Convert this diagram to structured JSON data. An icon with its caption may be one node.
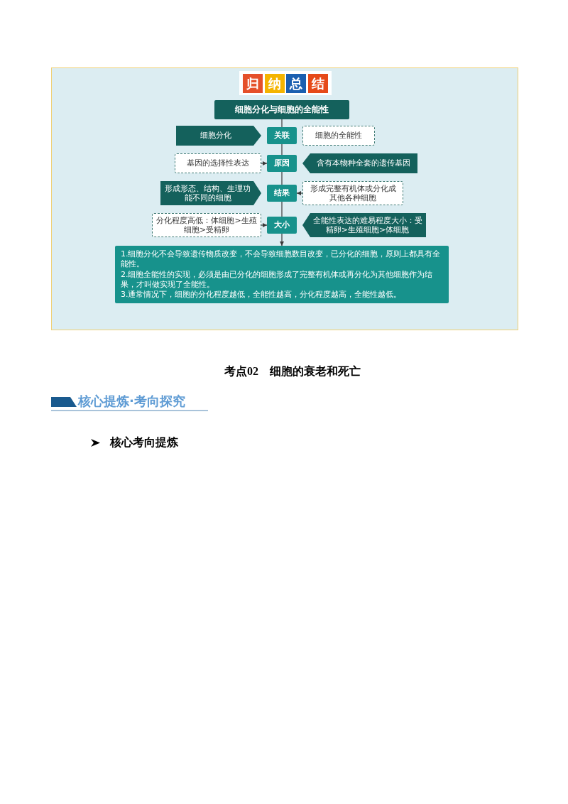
{
  "diagram": {
    "nodes": [
      {
        "text": [
          "细胞分化与细胞的全能性"
        ]
      },
      {
        "text": [
          "细胞分化"
        ]
      },
      {
        "text": [
          "关联"
        ]
      },
      {
        "text": [
          "细胞的全能性"
        ]
      },
      {
        "text": [
          "基因的选择性表达"
        ]
      },
      {
        "text": [
          "原因"
        ]
      },
      {
        "text": [
          "含有本物种全套的遗传基因"
        ]
      },
      {
        "text": [
          "形成形态、结构、生理功能不同的细胞"
        ]
      },
      {
        "text": [
          "结果"
        ]
      },
      {
        "text": [
          "形成完整有机体或分化成其他各种细胞"
        ]
      },
      {
        "text": [
          "分化程度高低：体细胞>生殖细胞>受精卵"
        ]
      },
      {
        "text": [
          "大小"
        ]
      },
      {
        "text": [
          "全能性表达的难易程度大小：受精卵>生殖细胞>体细胞"
        ]
      },
      {
        "text": [
          "1.细胞分化不会导致遗传物质改变，不会导致细胞数目改变，已分化的细胞，原则上都具有全能性。",
          "2.细胞全能性的实现，必须是由已分化的细胞形成了完整有机体或再分化为其他细胞作为结果，才叫做实现了全能性。",
          "3.通常情况下，细胞的分化程度越低，全能性越高，分化程度越高，全能性越低。"
        ]
      }
    ],
    "edges": [
      {
        "from": 0,
        "to": 2,
        "arrow": "none"
      },
      {
        "from": 2,
        "to": 5,
        "arrow": "none"
      },
      {
        "from": 4,
        "to": 5,
        "arrow": "to"
      },
      {
        "from": 5,
        "to": 8,
        "arrow": "none"
      },
      {
        "from": 9,
        "to": 8,
        "arrow": "to"
      },
      {
        "from": 8,
        "to": 11,
        "arrow": "none"
      },
      {
        "from": 10,
        "to": 11,
        "arrow": "to"
      },
      {
        "from": 11,
        "to": 13,
        "arrow": "to"
      }
    ],
    "labels": [
      "归",
      "纳",
      "总",
      "结",
      "考点02　细胞的衰老和死亡",
      "核心提炼·考向探究",
      "核心考向提炼"
    ]
  }
}
